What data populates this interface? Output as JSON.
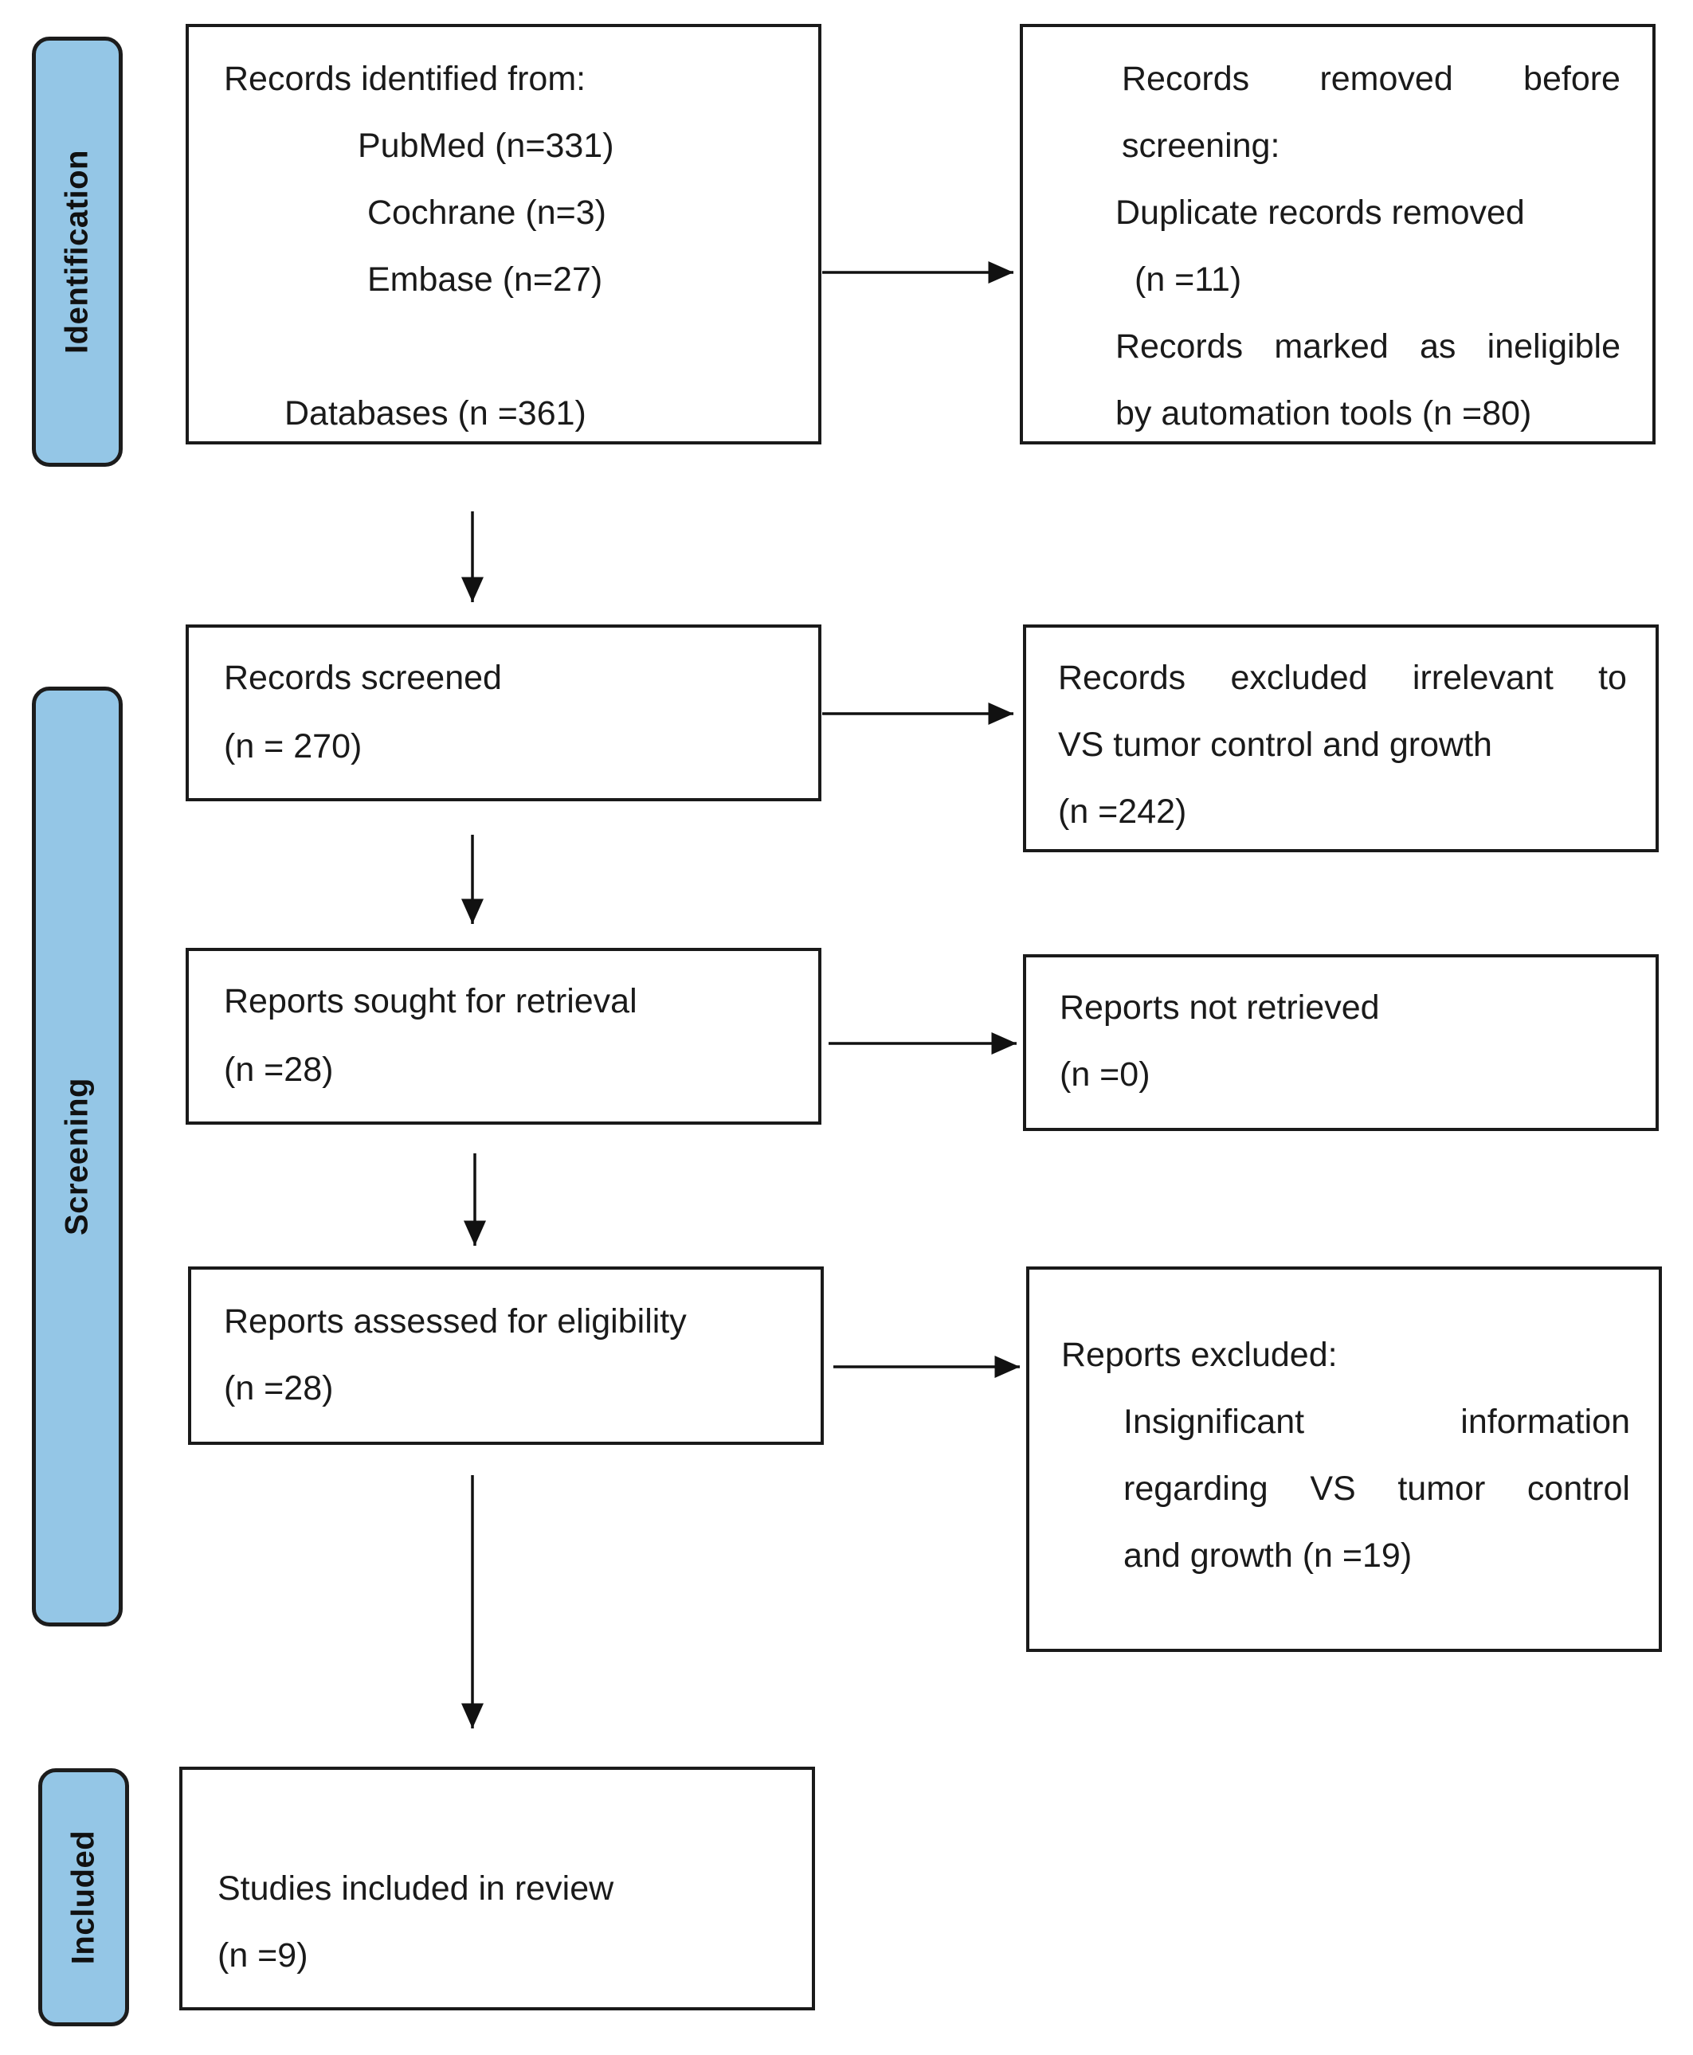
{
  "phases": {
    "identification": "Identification",
    "screening": "Screening",
    "included": "Included"
  },
  "identification_box": {
    "heading": "Records identified from:",
    "pubmed": "PubMed (n=331)",
    "cochrane": "Cochrane (n=3)",
    "embase": "Embase (n=27)",
    "databases": "Databases (n =361)"
  },
  "removed_box": {
    "line1": [
      "Records",
      "removed",
      "before"
    ],
    "line2": "screening:",
    "line3": "Duplicate records removed",
    "line4": "(n =11)",
    "line5": [
      "Records",
      "marked",
      "as",
      "ineligible"
    ],
    "line6": "by automation tools (n =80)"
  },
  "screened_box": {
    "title": "Records screened",
    "count": "(n = 270)"
  },
  "excluded_irrelevant_box": {
    "line1": [
      "Records",
      "excluded",
      "irrelevant",
      "to"
    ],
    "line2": "VS tumor control and growth",
    "line3": "(n =242)"
  },
  "sought_box": {
    "title": "Reports sought for retrieval",
    "count": "(n =28)"
  },
  "not_retrieved_box": {
    "title": "Reports not retrieved",
    "count": "(n =0)"
  },
  "assessed_box": {
    "title": "Reports assessed for eligibility",
    "count": "(n =28)"
  },
  "reports_excluded_box": {
    "heading": "Reports excluded:",
    "line1": [
      "Insignificant",
      "information"
    ],
    "line2": [
      "regarding",
      "VS",
      "tumor",
      "control"
    ],
    "line3": "and growth (n =19)"
  },
  "included_box": {
    "title": "Studies included in review",
    "count": "(n =9)"
  }
}
